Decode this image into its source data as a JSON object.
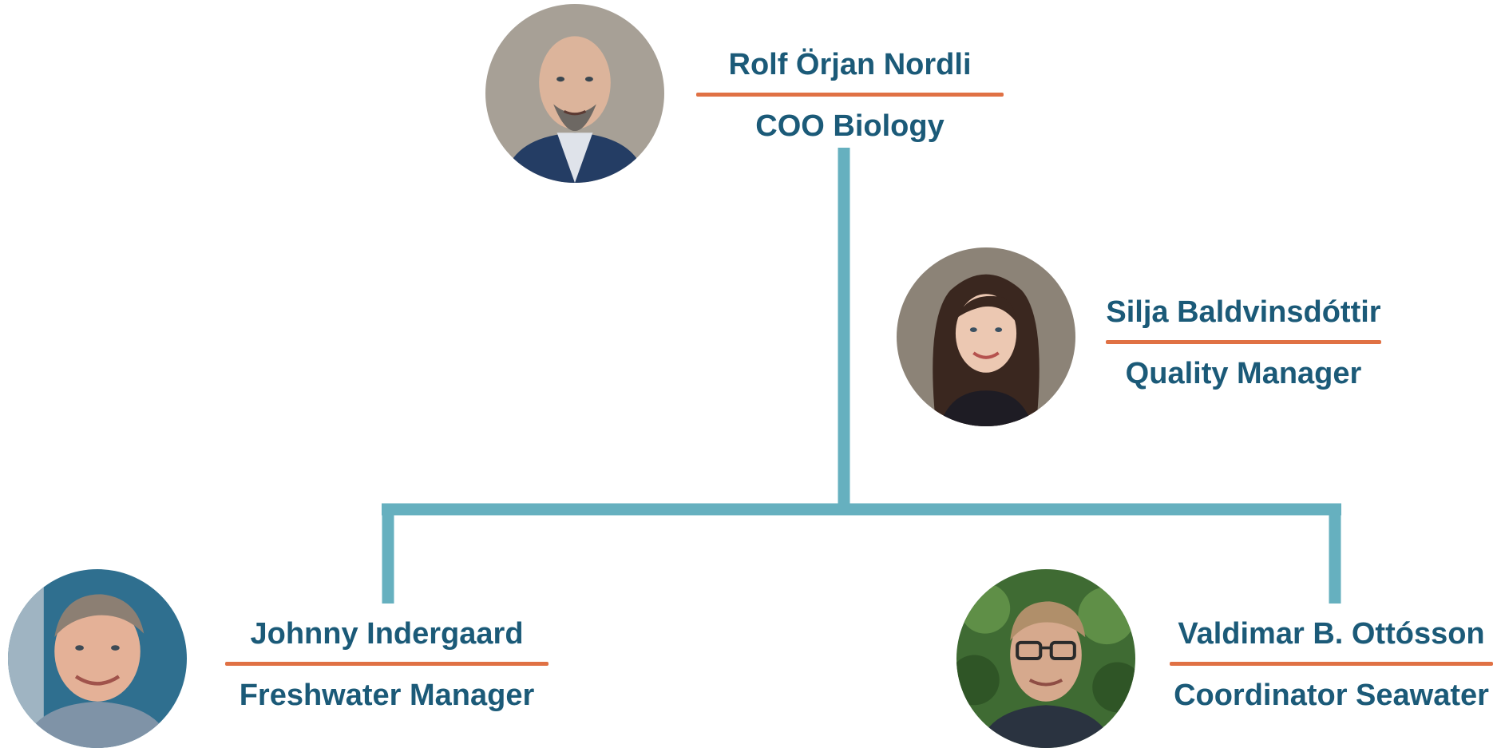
{
  "colors": {
    "text": "#1b5a78",
    "rule": "#e07144",
    "connector": "#66b0bf"
  },
  "people": {
    "coo": {
      "name": "Rolf Örjan Nordli",
      "role": "COO Biology",
      "photo": "portrait-bald-bearded-man"
    },
    "quality": {
      "name": "Silja Baldvinsdóttir",
      "role": "Quality Manager",
      "photo": "portrait-dark-haired-woman"
    },
    "freshwater": {
      "name": "Johnny Indergaard",
      "role": "Freshwater Manager",
      "photo": "portrait-smiling-man"
    },
    "seawater": {
      "name": "Valdimar B. Ottósson",
      "role": "Coordinator Seawater",
      "photo": "portrait-man-with-glasses"
    }
  }
}
